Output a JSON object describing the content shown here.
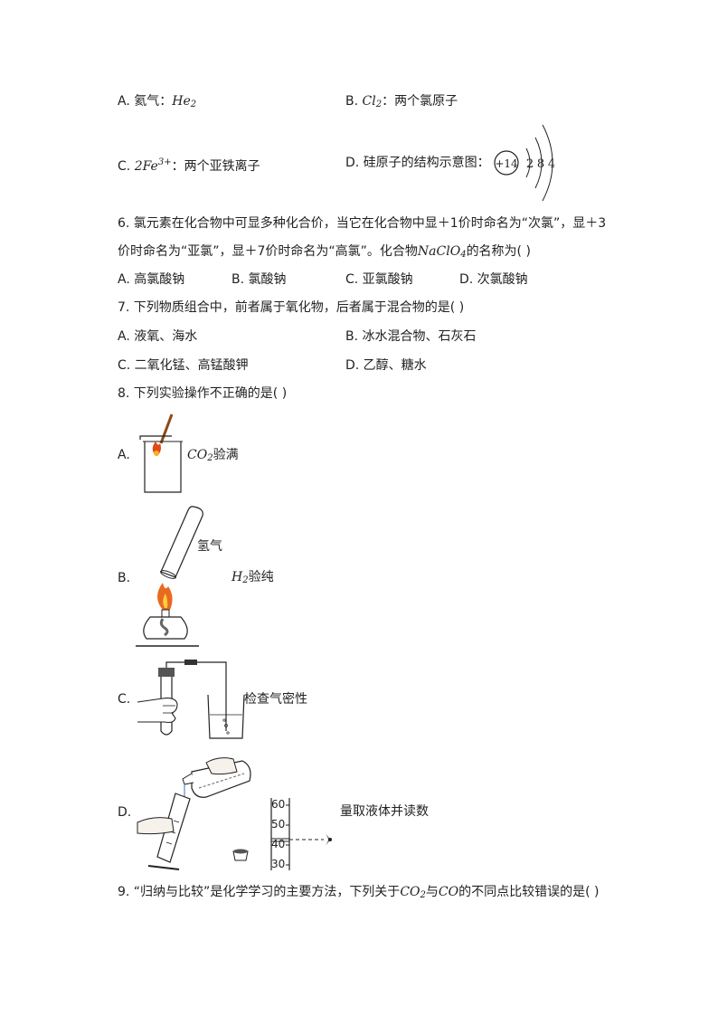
{
  "q5": {
    "a_label": "A.",
    "a_text": "氦气：",
    "a_formula": "He",
    "a_sub": "2",
    "b_label": "B.",
    "b_formula": "Cl",
    "b_sub": "2",
    "b_text": "：两个氯原子",
    "c_label": "C.",
    "c_formula": "2Fe",
    "c_sup": "3+",
    "c_text": "：两个亚铁离子",
    "d_label": "D.",
    "d_text": "硅原子的结构示意图：",
    "d_nucleus": "+14",
    "d_electrons": [
      "2",
      "8",
      "4"
    ]
  },
  "q6": {
    "line1": "6.  氯元素在化合物中可显多种化合价，当它在化合物中显＋1价时命名为“次氯”，显＋3",
    "line2_pre": "价时命名为“亚氯”，显＋7价时命名为“高氯”。化合物",
    "line2_formula": "NaClO",
    "line2_sub": "4",
    "line2_post": "的名称为(    )",
    "options": [
      "A. 高氯酸钠",
      "B. 氯酸钠",
      "C. 亚氯酸钠",
      "D. 次氯酸钠"
    ]
  },
  "q7": {
    "stem": "7.  下列物质组合中，前者属于氧化物，后者属于混合物的是(    )",
    "options": [
      "A. 液氧、海水",
      "B. 冰水混合物、石灰石",
      "C. 二氧化锰、高锰酸钾",
      "D. 乙醇、糖水"
    ]
  },
  "q8": {
    "stem": "8.  下列实验操作不正确的是(    )",
    "a_label": "A.",
    "a_formula": "CO",
    "a_sub": "2",
    "a_text": "验满",
    "b_label": "B.",
    "b_gas": "氢气",
    "b_formula": "H",
    "b_sub": "2",
    "b_text": "验纯",
    "c_label": "C.",
    "c_text": "检查气密性",
    "d_label": "D.",
    "d_text": "量取液体并读数",
    "d_scale": [
      "60",
      "50",
      "40",
      "30"
    ]
  },
  "q9": {
    "stem_pre": "9.   “归纳与比较”是化学学习的主要方法，下列关于",
    "f1": "CO",
    "f1_sub": "2",
    "mid": "与",
    "f2": "CO",
    "stem_post": "的不同点比较错误的是(    )"
  }
}
